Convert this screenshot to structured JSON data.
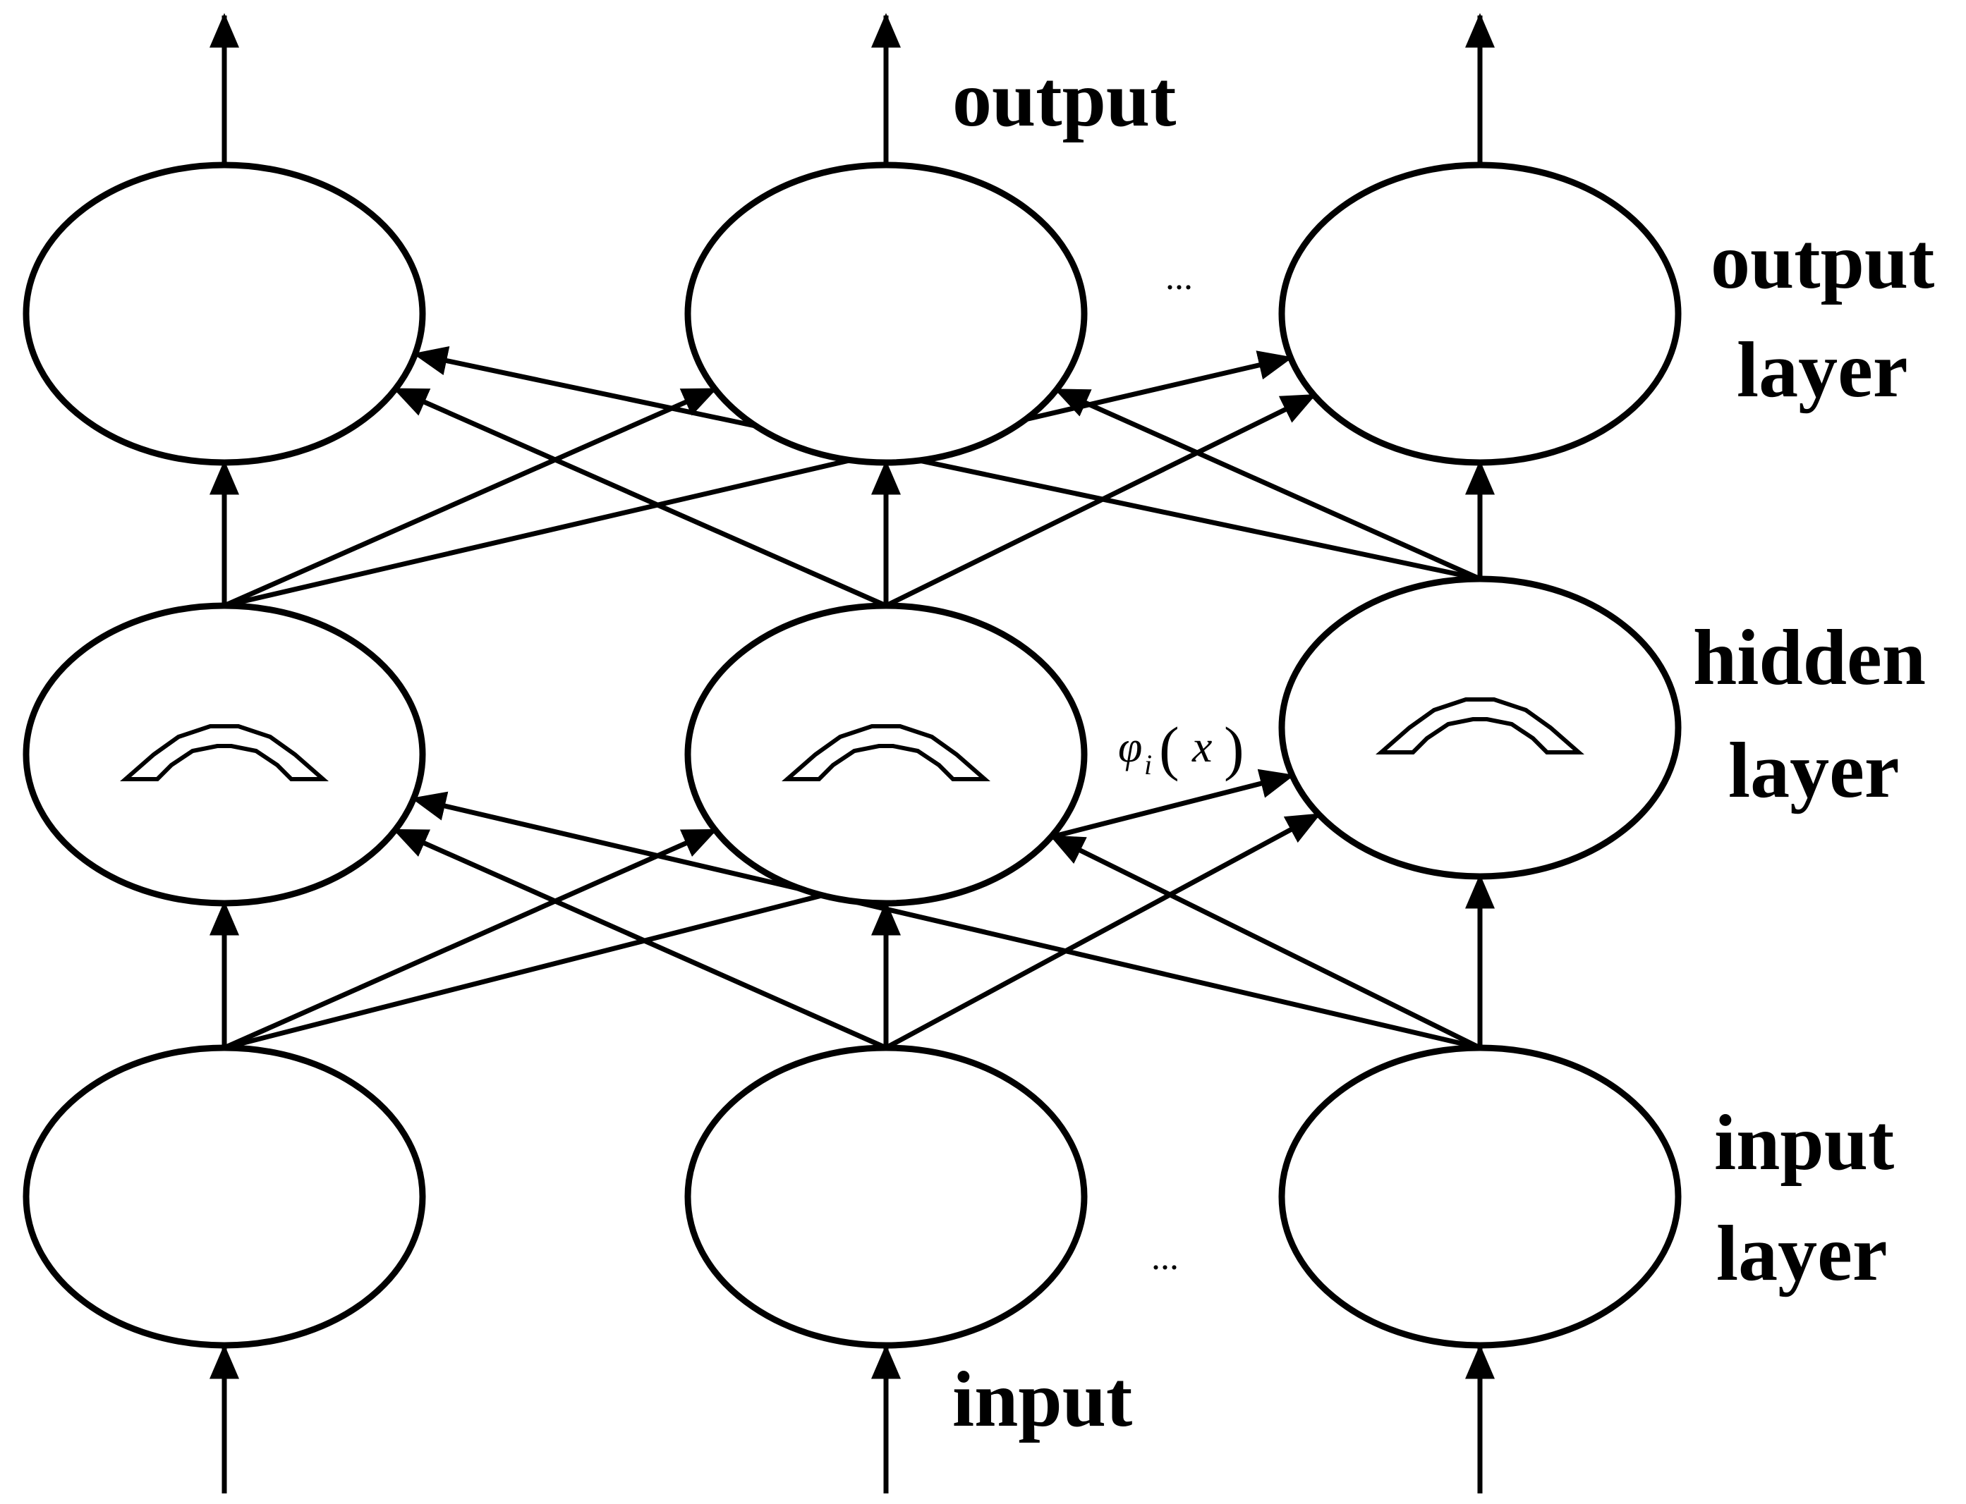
{
  "labels": {
    "output_top": "output",
    "output_layer_line1": "output",
    "output_layer_line2": "layer",
    "hidden_layer_line1": "hidden",
    "hidden_layer_line2": "layer",
    "input_layer_line1": "input",
    "input_layer_line2": "layer",
    "input_bottom": "input",
    "ellipsis_output": "...",
    "ellipsis_input": "..."
  },
  "formula": {
    "symbol": "φ",
    "subscript": "i",
    "open_paren": "(",
    "variable": "x",
    "close_paren": ")"
  },
  "layers": [
    {
      "name": "input",
      "node_count_shown": 3
    },
    {
      "name": "hidden",
      "node_count_shown": 3
    },
    {
      "name": "output",
      "node_count_shown": 3
    }
  ],
  "connectivity": "fully-connected"
}
